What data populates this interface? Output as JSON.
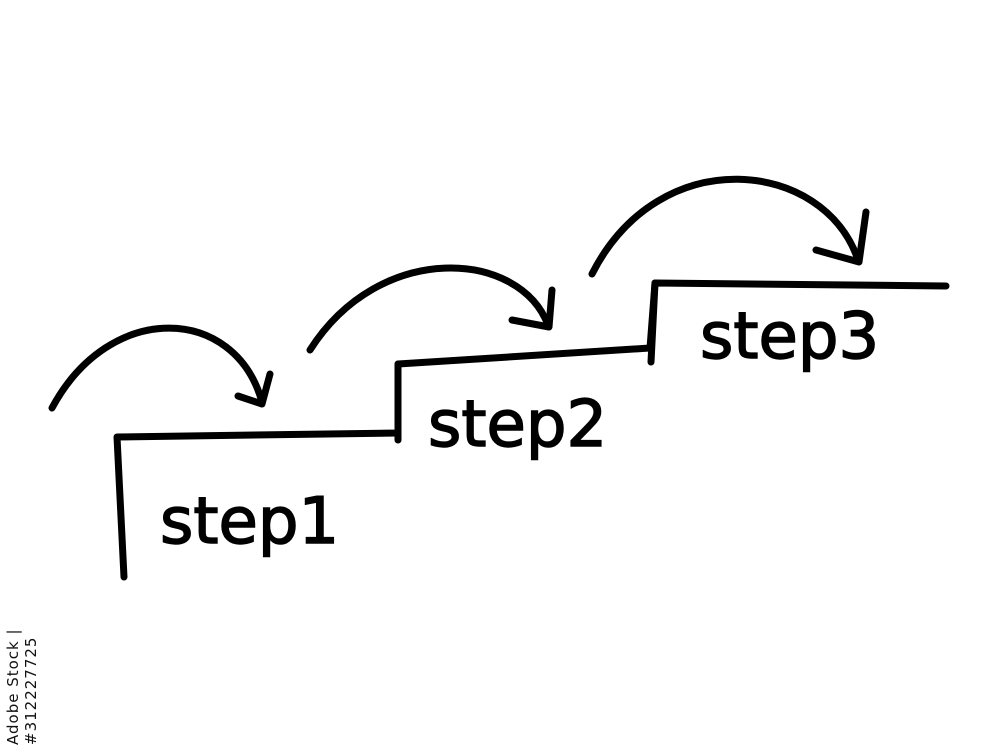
{
  "steps": [
    {
      "label": "step1"
    },
    {
      "label": "step2"
    },
    {
      "label": "step3"
    }
  ],
  "stock_id": "Adobe Stock | #312227725"
}
